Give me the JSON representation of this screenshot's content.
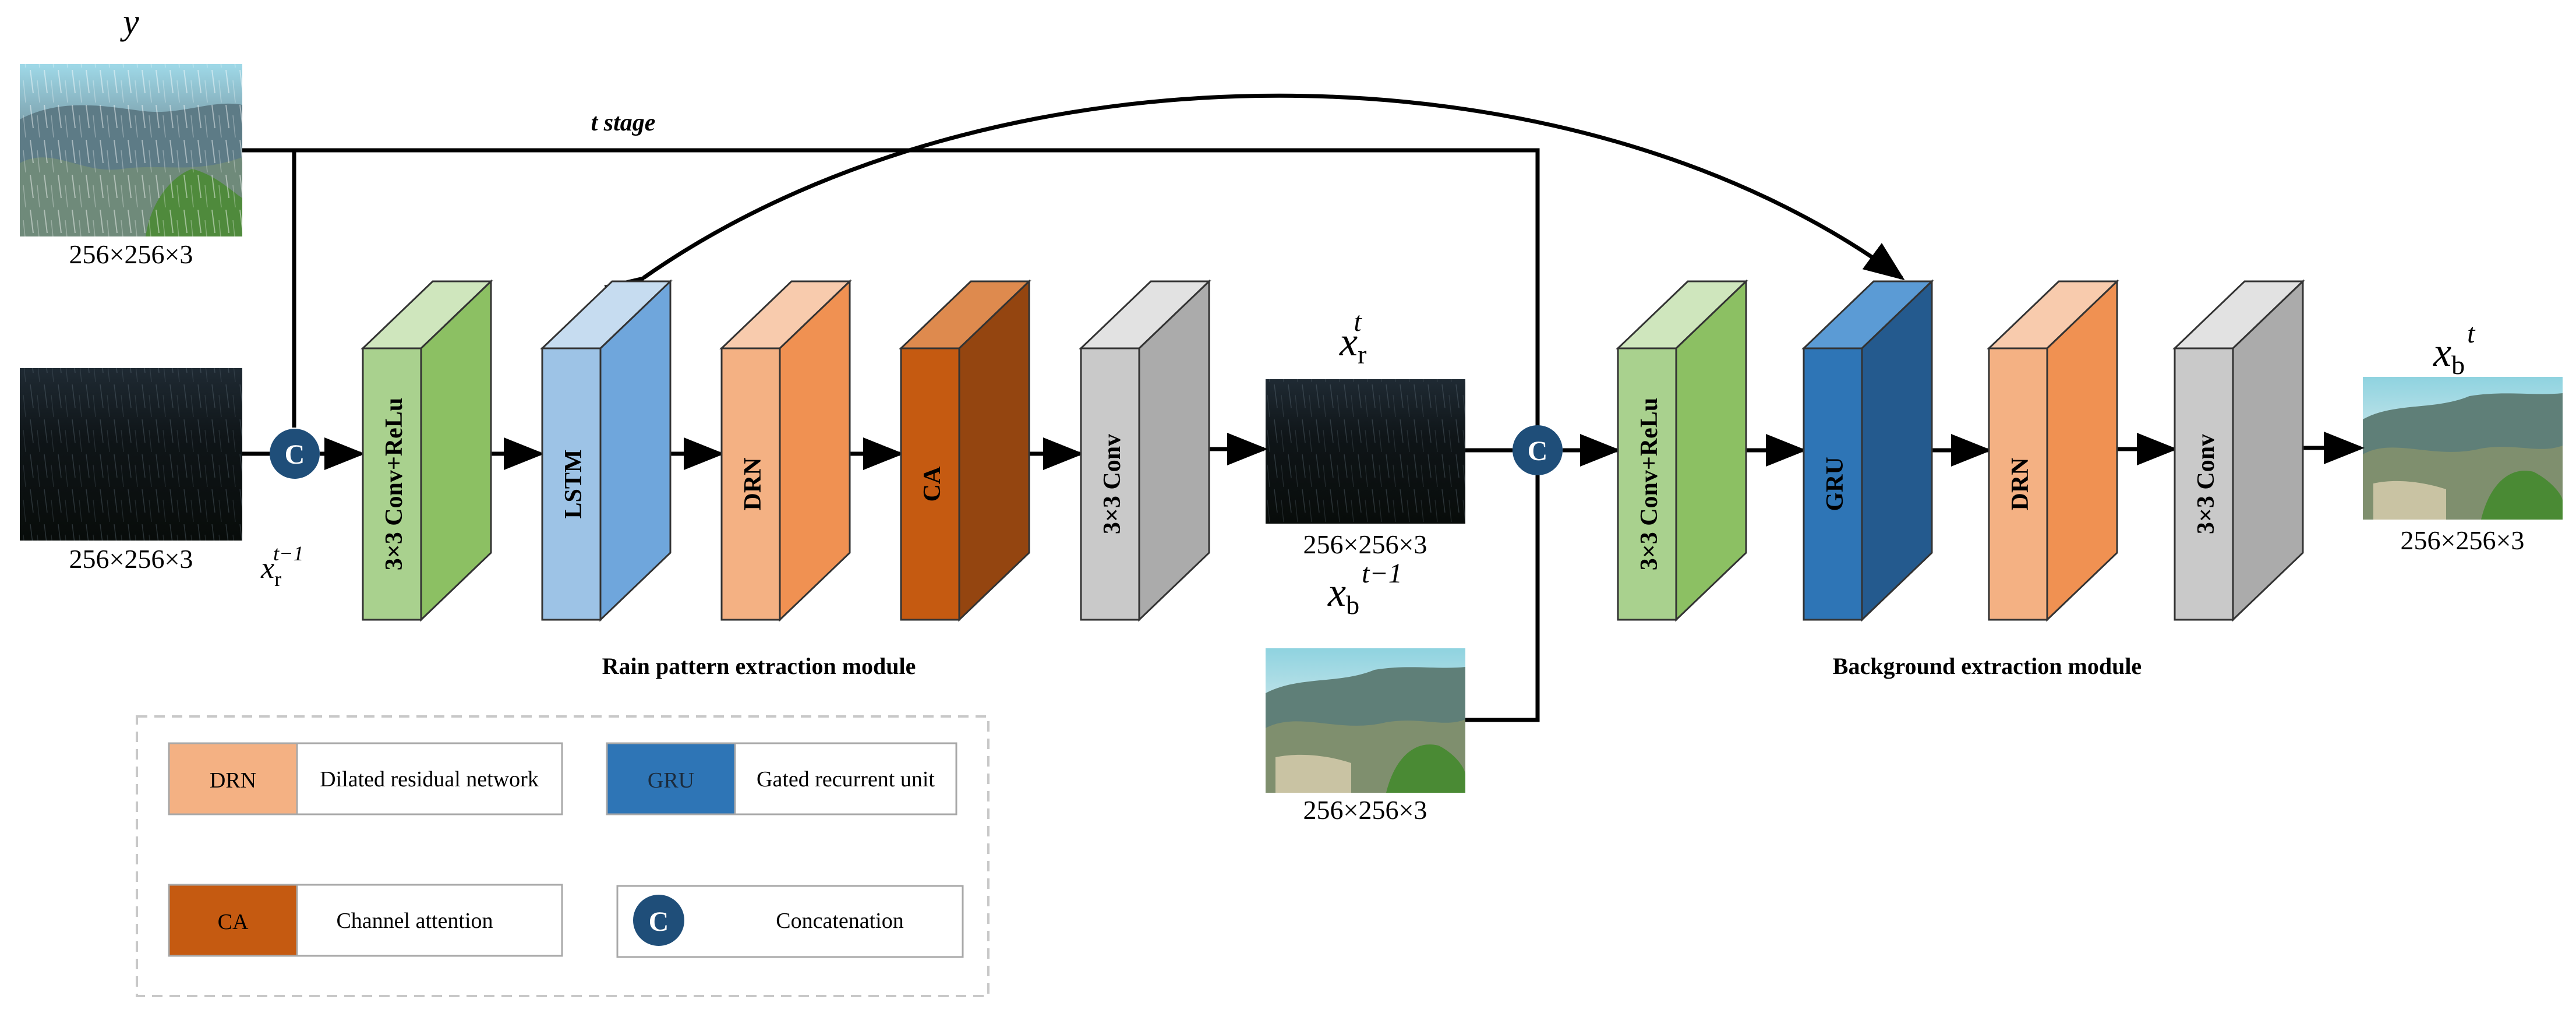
{
  "labels": {
    "input_rainy": "y",
    "stage": "t stage",
    "size": "256×256×3",
    "prev_rain": "x",
    "prev_rain_sub": "r",
    "prev_rain_sup": "t−1",
    "rain_out": "x",
    "rain_out_sub": "r",
    "rain_out_sup": "t",
    "prev_bg": "x",
    "prev_bg_sub": "b",
    "prev_bg_sup": "t−1",
    "bg_out": "x",
    "bg_out_sub": "b",
    "bg_out_sup": "t",
    "concat_symbol": "C"
  },
  "modules": {
    "rain": "Rain pattern extraction module",
    "background": "Background extraction module"
  },
  "blocks": {
    "conv_relu": "3×3 Conv+ReLu",
    "lstm": "LSTM",
    "drn": "DRN",
    "ca": "CA",
    "conv": "3×3 Conv",
    "gru": "GRU"
  },
  "legend": {
    "drn": {
      "abbr": "DRN",
      "text": "Dilated residual network"
    },
    "gru": {
      "abbr": "GRU",
      "text": "Gated recurrent unit"
    },
    "ca": {
      "abbr": "CA",
      "text": "Channel attention"
    },
    "concat": {
      "abbr": "C",
      "text": "Concatenation"
    }
  },
  "colors": {
    "green_front": "#a9d18e",
    "green_top": "#cfe6bd",
    "green_side": "#8cc063",
    "lstm_front": "#9dc3e6",
    "lstm_top": "#c6dcf0",
    "lstm_side": "#6fa6dc",
    "drn_front": "#f4b183",
    "drn_top": "#f8cbad",
    "drn_side": "#f09152",
    "ca_front": "#c55a11",
    "ca_top": "#de8a4e",
    "ca_side": "#944510",
    "conv_front": "#c9c9c9",
    "conv_top": "#e2e2e2",
    "conv_side": "#ababab",
    "gru_front": "#2e75b6",
    "gru_top": "#5b9bd5",
    "gru_side": "#245a8e",
    "concat_circle": "#1f4e79"
  }
}
